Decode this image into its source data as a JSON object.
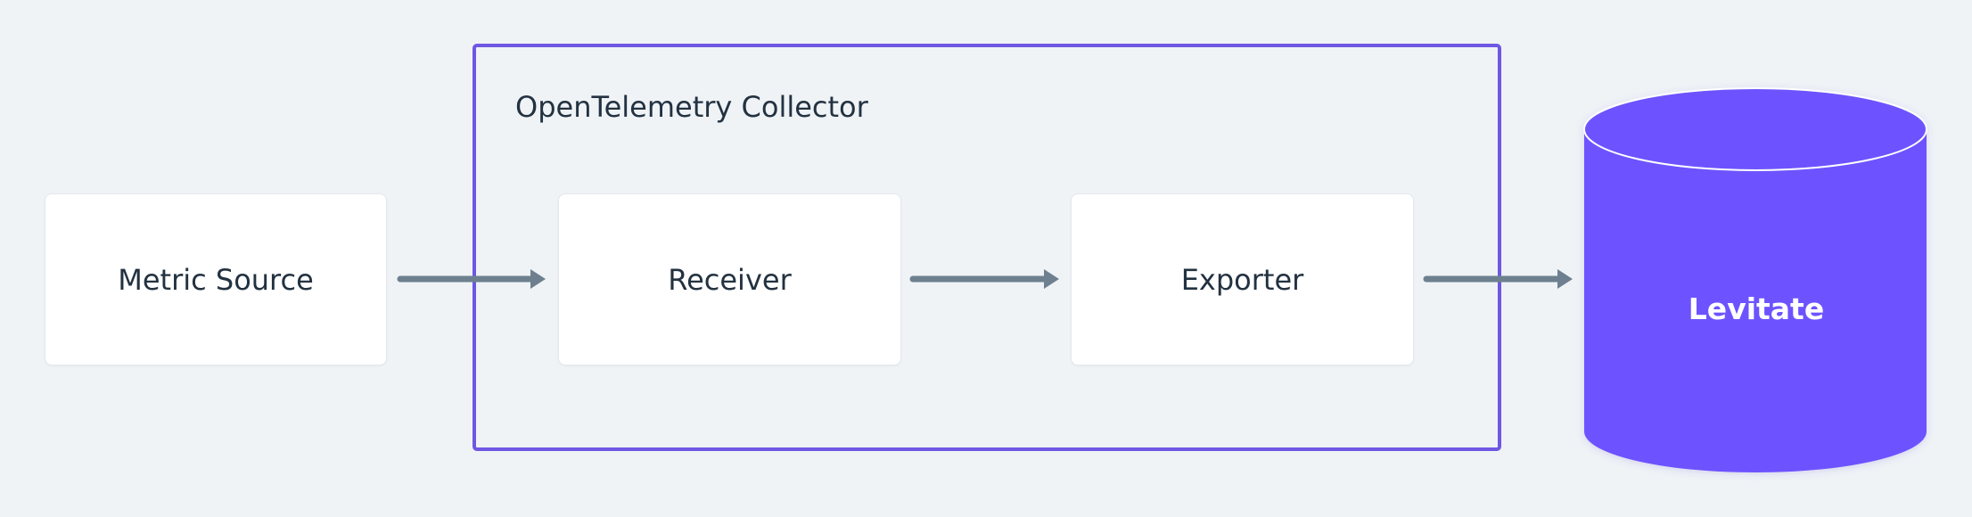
{
  "diagram": {
    "collector_title": "OpenTelemetry Collector",
    "nodes": {
      "metric_source": "Metric Source",
      "receiver": "Receiver",
      "exporter": "Exporter",
      "database": "Levitate"
    },
    "colors": {
      "background": "#eff3f6",
      "collector_border": "#6f57e3",
      "node_fill": "#ffffff",
      "text": "#233241",
      "arrow": "#6e808f",
      "database_fill": "#6d53ff",
      "database_text": "#ffffff"
    }
  }
}
